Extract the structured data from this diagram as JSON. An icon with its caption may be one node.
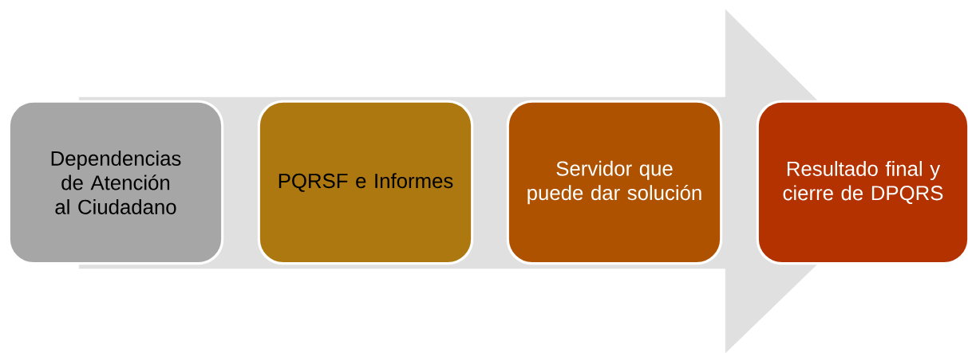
{
  "diagram": {
    "nodes": [
      {
        "text": [
          "Dependencias de Atención al Ciudadano"
        ]
      },
      {
        "text": [
          "PQRSF e Informes"
        ]
      },
      {
        "text": [
          "Servidor que puede dar solución"
        ]
      },
      {
        "text": [
          "Resultado final y cierre de DPQRS"
        ]
      }
    ],
    "edges": [
      {
        "from": 0,
        "to": 3,
        "arrow": "to"
      }
    ]
  }
}
